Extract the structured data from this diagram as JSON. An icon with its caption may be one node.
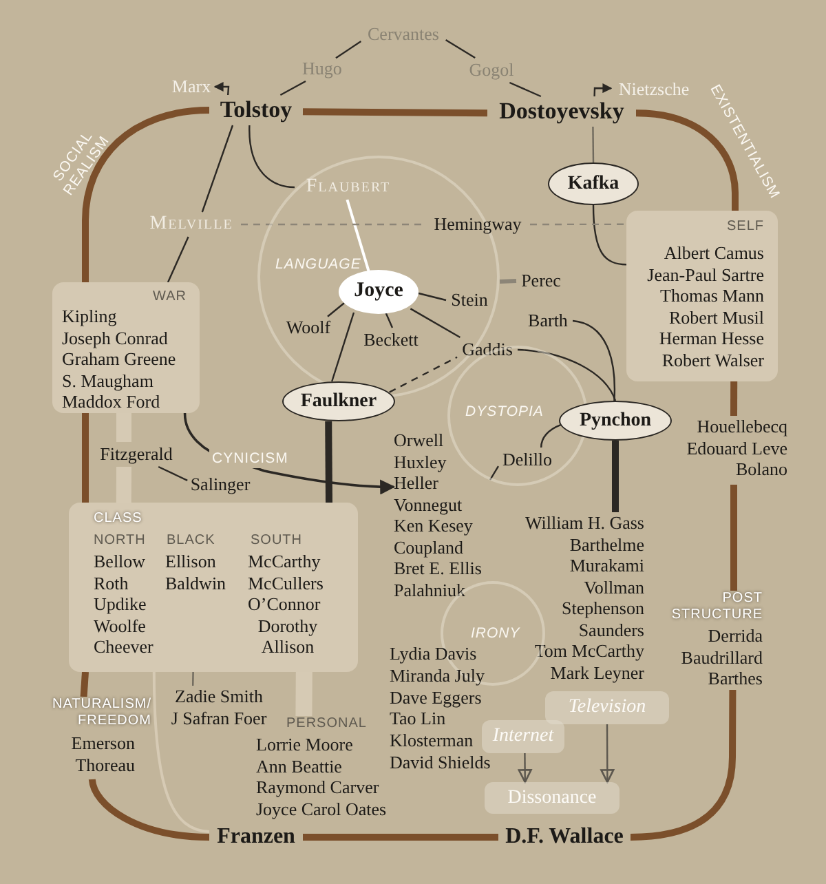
{
  "diagram": {
    "nodes": [
      {
        "text": [
          "Cervantes"
        ]
      },
      {
        "text": [
          "Hugo"
        ]
      },
      {
        "text": [
          "Gogol"
        ]
      },
      {
        "text": [
          "Marx"
        ]
      },
      {
        "text": [
          "Tolstoy"
        ]
      },
      {
        "text": [
          "Dostoyevsky"
        ]
      },
      {
        "text": [
          "Nietzsche"
        ]
      },
      {
        "text": [
          "Kafka"
        ]
      },
      {
        "text": [
          "LANGUAGE"
        ]
      },
      {
        "text": [
          "Flaubert"
        ],
        "in": 8
      },
      {
        "text": [
          "Melville"
        ]
      },
      {
        "text": [
          "Hemingway"
        ]
      },
      {
        "text": [
          "SELF",
          "Albert Camus",
          "Jean-Paul Sartre",
          "Thomas Mann",
          "Robert Musil",
          "Herman Hesse",
          "Robert Walser"
        ]
      },
      {
        "text": [
          "Joyce"
        ],
        "in": 8
      },
      {
        "text": [
          "Woolf"
        ],
        "in": 8
      },
      {
        "text": [
          "Beckett"
        ],
        "in": 8
      },
      {
        "text": [
          "Stein"
        ],
        "in": 8
      },
      {
        "text": [
          "Perec"
        ]
      },
      {
        "text": [
          "Gaddis"
        ]
      },
      {
        "text": [
          "Barth"
        ]
      },
      {
        "text": [
          "WAR",
          "Kipling",
          "Joseph Conrad",
          "Graham Greene",
          "S. Maugham",
          "Maddox Ford"
        ]
      },
      {
        "text": [
          "Faulkner"
        ]
      },
      {
        "text": [
          "DYSTOPIA"
        ]
      },
      {
        "text": [
          "Pynchon"
        ]
      },
      {
        "text": [
          "Delillo"
        ],
        "in": 22
      },
      {
        "text": [
          "Houellebecq",
          "Edouard Leve",
          "Bolano"
        ]
      },
      {
        "text": [
          "Fitzgerald"
        ]
      },
      {
        "text": [
          "Salinger"
        ]
      },
      {
        "text": [
          "Orwell",
          "Huxley",
          "Heller",
          "Vonnegut",
          "Ken Kesey",
          "Coupland",
          "Bret E. Ellis",
          "Palahniuk"
        ]
      },
      {
        "text": [
          "CLASS",
          "NORTH",
          "Bellow",
          "Roth",
          "Updike",
          "Woolfe",
          "Cheever",
          "BLACK",
          "Ellison",
          "Baldwin",
          "SOUTH",
          "McCarthy",
          "McCullers",
          "O’Connor",
          "Dorothy Allison"
        ]
      },
      {
        "text": [
          "William H. Gass",
          "Barthelme",
          "Murakami",
          "Vollman",
          "Stephenson",
          "Saunders",
          "Tom McCarthy",
          "Mark Leyner"
        ]
      },
      {
        "text": [
          "IRONY"
        ]
      },
      {
        "text": [
          "POST STRUCTURE",
          "Derrida",
          "Baudrillard",
          "Barthes"
        ]
      },
      {
        "text": [
          "Zadie Smith",
          "J Safran Foer"
        ]
      },
      {
        "text": [
          "NATURALISM/ FREEDOM",
          "Emerson",
          "Thoreau"
        ]
      },
      {
        "text": [
          "PERSONAL",
          "Lorrie Moore",
          "Ann Beattie",
          "Raymond Carver",
          "Joyce Carol Oates"
        ]
      },
      {
        "text": [
          "Television"
        ]
      },
      {
        "text": [
          "Internet"
        ]
      },
      {
        "text": [
          "Dissonance"
        ]
      },
      {
        "text": [
          "Franzen"
        ]
      },
      {
        "text": [
          "D.F. Wallace"
        ]
      }
    ],
    "edges": [
      {
        "from": 0,
        "to": 1,
        "arrow": "none"
      },
      {
        "from": 0,
        "to": 2,
        "arrow": "none"
      },
      {
        "from": 1,
        "to": 4,
        "arrow": "none"
      },
      {
        "from": 2,
        "to": 5,
        "arrow": "none"
      },
      {
        "from": 4,
        "to": 3,
        "arrow": "to"
      },
      {
        "from": 5,
        "to": 6,
        "arrow": "to"
      },
      {
        "from": 4,
        "to": 5,
        "arrow": "none",
        "style": "thick",
        "color": "#7b4f2b"
      },
      {
        "from": 4,
        "to": 20,
        "arrow": "none",
        "style": "thick",
        "color": "#7b4f2b",
        "label": "SOCIAL REALISM"
      },
      {
        "from": 5,
        "to": 12,
        "arrow": "none",
        "style": "thick",
        "color": "#7b4f2b",
        "label": "EXISTENTIALISM"
      },
      {
        "from": 4,
        "to": 10,
        "arrow": "none"
      },
      {
        "from": 10,
        "to": 20,
        "arrow": "none"
      },
      {
        "from": 4,
        "to": 9,
        "arrow": "none"
      },
      {
        "from": 5,
        "to": 7,
        "arrow": "none",
        "color": "#6f695d"
      },
      {
        "from": 7,
        "to": 12,
        "arrow": "none"
      },
      {
        "from": 9,
        "to": 13,
        "arrow": "none",
        "color": "#ffffff"
      },
      {
        "from": 10,
        "to": 11,
        "arrow": "none",
        "style": "dashed",
        "color": "#8c8577"
      },
      {
        "from": 11,
        "to": 12,
        "arrow": "none",
        "style": "dashed",
        "color": "#8c8577"
      },
      {
        "from": 13,
        "to": 14,
        "arrow": "none"
      },
      {
        "from": 13,
        "to": 15,
        "arrow": "none"
      },
      {
        "from": 13,
        "to": 16,
        "arrow": "none"
      },
      {
        "from": 13,
        "to": 18,
        "arrow": "none"
      },
      {
        "from": 13,
        "to": 21,
        "arrow": "none"
      },
      {
        "from": 8,
        "to": 17,
        "arrow": "none",
        "style": "thick",
        "color": "#8c8577"
      },
      {
        "from": 21,
        "to": 18,
        "arrow": "none",
        "style": "dashed"
      },
      {
        "from": 18,
        "to": 23,
        "arrow": "none"
      },
      {
        "from": 19,
        "to": 23,
        "arrow": "none"
      },
      {
        "from": 23,
        "to": 24,
        "arrow": "none"
      },
      {
        "from": 24,
        "to": 28,
        "arrow": "none"
      },
      {
        "from": 20,
        "to": 28,
        "arrow": "to",
        "label": "CYNICISM"
      },
      {
        "from": 20,
        "to": 26,
        "arrow": "none",
        "style": "thick",
        "color": "#d6cab4"
      },
      {
        "from": 26,
        "to": 29,
        "arrow": "none",
        "style": "thick",
        "color": "#d6cab4"
      },
      {
        "from": 26,
        "to": 27,
        "arrow": "none"
      },
      {
        "from": 21,
        "to": 29,
        "arrow": "none",
        "style": "thick"
      },
      {
        "from": 23,
        "to": 30,
        "arrow": "none",
        "style": "thick"
      },
      {
        "from": 12,
        "to": 25,
        "arrow": "none",
        "style": "thick",
        "color": "#7b4f2b"
      },
      {
        "from": 25,
        "to": 32,
        "arrow": "none",
        "style": "thick",
        "color": "#7b4f2b"
      },
      {
        "from": 32,
        "to": 40,
        "arrow": "none",
        "style": "thick",
        "color": "#7b4f2b"
      },
      {
        "from": 40,
        "to": 39,
        "arrow": "none",
        "style": "thick",
        "color": "#7b4f2b"
      },
      {
        "from": 39,
        "to": 34,
        "arrow": "none",
        "style": "thick",
        "color": "#7b4f2b"
      },
      {
        "from": 34,
        "to": 29,
        "arrow": "none",
        "style": "thick",
        "color": "#7b4f2b"
      },
      {
        "from": 29,
        "to": 20,
        "arrow": "none",
        "style": "thick",
        "color": "#7b4f2b"
      },
      {
        "from": 29,
        "to": 33,
        "arrow": "none",
        "color": "#6f695d"
      },
      {
        "from": 29,
        "to": 35,
        "arrow": "none",
        "style": "thick",
        "color": "#d6cab4"
      },
      {
        "from": 29,
        "to": 39,
        "arrow": "none",
        "color": "#d6cab4"
      },
      {
        "from": 37,
        "to": 38,
        "arrow": "to",
        "color": "#5c574e"
      },
      {
        "from": 36,
        "to": 38,
        "arrow": "to",
        "color": "#5c574e"
      }
    ],
    "labels": [
      "Lydia Davis",
      "Miranda July",
      "Dave Eggers",
      "Tao Lin",
      "Klosterman",
      "David Shields"
    ]
  }
}
